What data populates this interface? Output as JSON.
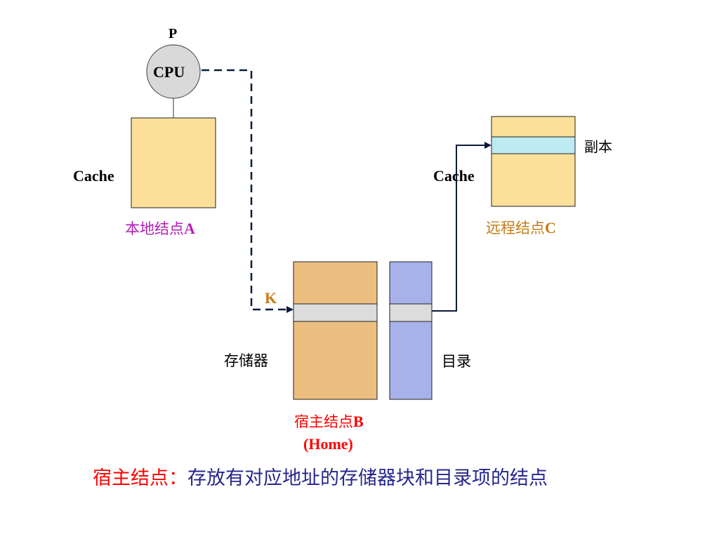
{
  "processor": {
    "name": "P",
    "cpu_label": "CPU"
  },
  "local_node": {
    "cache_label": "Cache",
    "name_cjk": "本地结点",
    "name_letter": "A"
  },
  "remote_node": {
    "cache_label": "Cache",
    "copy_label": "副本",
    "name_cjk": "远程结点",
    "name_letter": "C"
  },
  "home_node": {
    "block_label": "K",
    "memory_label": "存储器",
    "directory_label": "目录",
    "name_cjk": "宿主结点",
    "name_letter": "B",
    "name_en": "(Home)"
  },
  "definition": {
    "term": "宿主结点：",
    "text": "存放有对应地址的存储器块和目录项的结点"
  },
  "colors": {
    "cache_fill": "#fce09a",
    "memory_fill": "#ecbe80",
    "directory_fill": "#a7b1ea",
    "block_fill": "#dcdcdc",
    "copy_fill": "#bdeaf3",
    "cpu_fill": "#d9d9d9",
    "local_label": "#b41fb4",
    "remote_label": "#c67b13",
    "home_label": "#ff0000",
    "definition_text": "#26268c",
    "arrow": "#0b1a3a"
  }
}
